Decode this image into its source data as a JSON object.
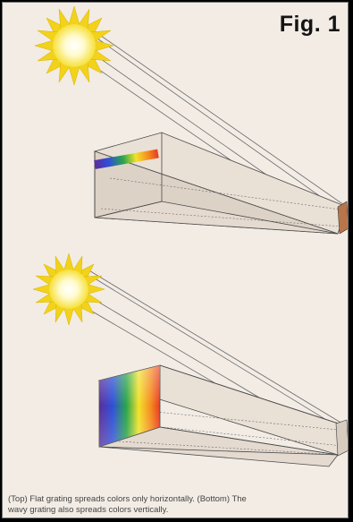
{
  "figure": {
    "label": "Fig. 1"
  },
  "caption": {
    "line1": "(Top) Flat grating spreads colors only horizontally. (Bottom) The",
    "line2": "wavy grating also spreads colors vertically."
  },
  "colors": {
    "background": "#f2ece5",
    "sun_core": "#fffde8",
    "sun_ray": "#f2d21a",
    "beam_line": "#6a6a6a",
    "box_line": "#4a4a4a"
  },
  "spectrum_colors": [
    "#5a2d9a",
    "#2f4fd8",
    "#2aa64a",
    "#f2e22a",
    "#f58a1e",
    "#e63a22"
  ],
  "icons": {
    "sun": "sun-icon"
  },
  "panels": [
    {
      "name": "top",
      "grating": "flat",
      "spread": "horizontal"
    },
    {
      "name": "bottom",
      "grating": "wavy",
      "spread": "horizontal-and-vertical"
    }
  ]
}
